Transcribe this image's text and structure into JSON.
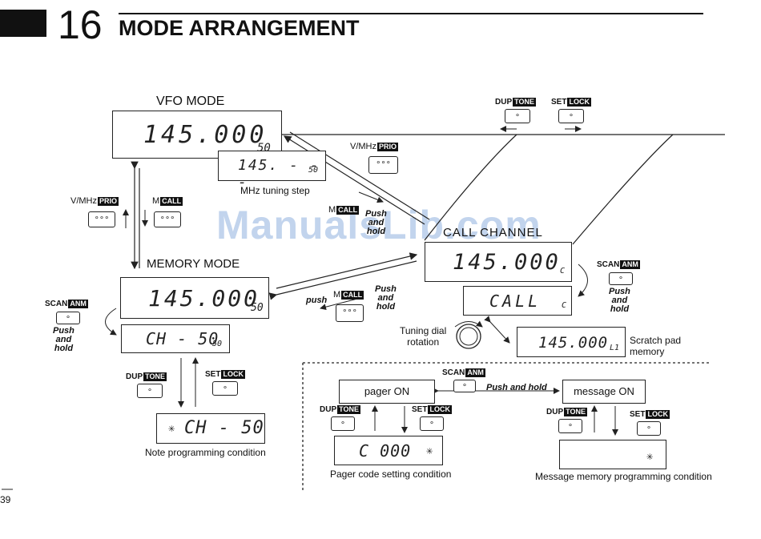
{
  "header": {
    "chapter_number": "16",
    "title": "MODE ARRANGEMENT"
  },
  "page_number": "39",
  "watermark": "ManualsLib.com",
  "vfo": {
    "title": "VFO MODE",
    "freq": "145.000",
    "suffix": "50"
  },
  "mhz_display": {
    "freq": "145. - - -",
    "suffix": "50",
    "caption": "MHz tuning step"
  },
  "memory": {
    "title": "MEMORY MODE",
    "freq": "145.000",
    "suffix": "50",
    "ch_display": "CH - 50",
    "ch_suffix": "50"
  },
  "note_display": {
    "text": "CH - 50",
    "caption": "Note programming condition"
  },
  "call_channel": {
    "title": "CALL CHANNEL",
    "freq": "145.000",
    "suffix": "C",
    "call_text": "CALL",
    "call_suffix": "C"
  },
  "scratch_pad": {
    "freq": "145.000",
    "suffix": "L1",
    "caption_line1": "Scratch pad",
    "caption_line2": "memory"
  },
  "tuning": {
    "line1": "Tuning dial",
    "line2": "rotation"
  },
  "pager": {
    "on_label": "pager ON",
    "display": "C 000",
    "caption": "Pager code setting condition"
  },
  "message": {
    "on_label": "message ON",
    "caption": "Message memory programming condition"
  },
  "keys": {
    "dup": "DUP",
    "tone": "TONE",
    "set": "SET",
    "lock": "LOCK",
    "vmhz": "V/MHz",
    "prio": "PRIO",
    "m": "M",
    "call": "CALL",
    "scan": "SCAN",
    "anm": "ANM",
    "dot": "∘",
    "dots": "∘∘∘"
  },
  "notes": {
    "push_and_hold": "Push and hold",
    "push": "push",
    "line1": "Push",
    "line2": "and",
    "line3": "hold"
  }
}
